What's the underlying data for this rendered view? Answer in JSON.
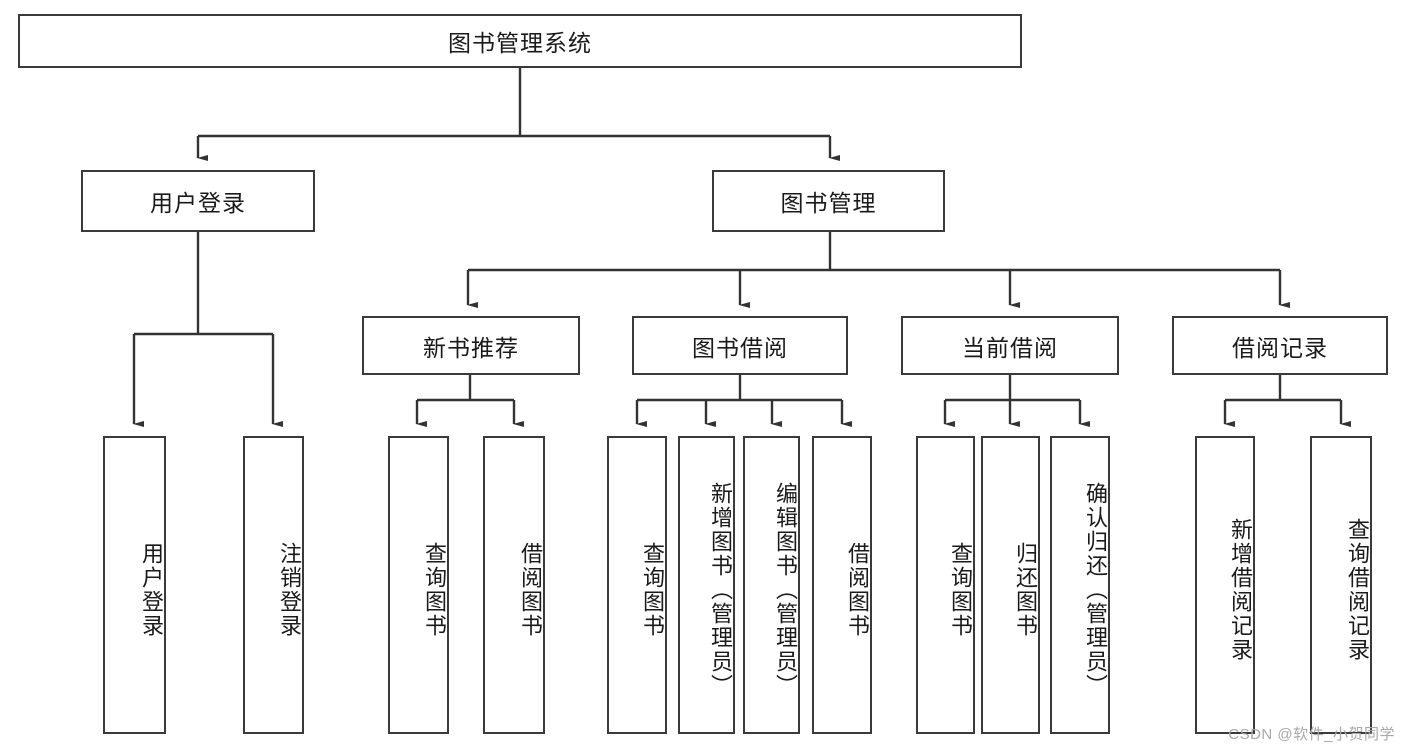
{
  "diagram": {
    "title": "图书管理系统",
    "type": "tree",
    "watermark": "CSDN @软件_小贺同学",
    "colors": {
      "box_border": "#3a3a3a",
      "box_fill": "#ffffff",
      "connector": "#333333",
      "text": "#1a1a1a",
      "watermark": "#a8a8a8"
    },
    "root": {
      "label": "图书管理系统"
    },
    "level1": [
      {
        "label": "用户登录"
      },
      {
        "label": "图书管理"
      }
    ],
    "level2": [
      {
        "label": "新书推荐"
      },
      {
        "label": "图书借阅"
      },
      {
        "label": "当前借阅"
      },
      {
        "label": "借阅记录"
      }
    ],
    "leaves": {
      "user_login": [
        {
          "label": "用户登录"
        },
        {
          "label": "注销登录"
        }
      ],
      "new_book_recommend": [
        {
          "label": "查询图书"
        },
        {
          "label": "借阅图书"
        }
      ],
      "book_borrow": [
        {
          "label": "查询图书"
        },
        {
          "label": "新增图书（管理员）"
        },
        {
          "label": "编辑图书（管理员）"
        },
        {
          "label": "借阅图书"
        }
      ],
      "current_borrow": [
        {
          "label": "查询图书"
        },
        {
          "label": "归还图书"
        },
        {
          "label": "确认归还（管理员）"
        }
      ],
      "borrow_record": [
        {
          "label": "新增借阅记录"
        },
        {
          "label": "查询借阅记录"
        }
      ]
    }
  }
}
